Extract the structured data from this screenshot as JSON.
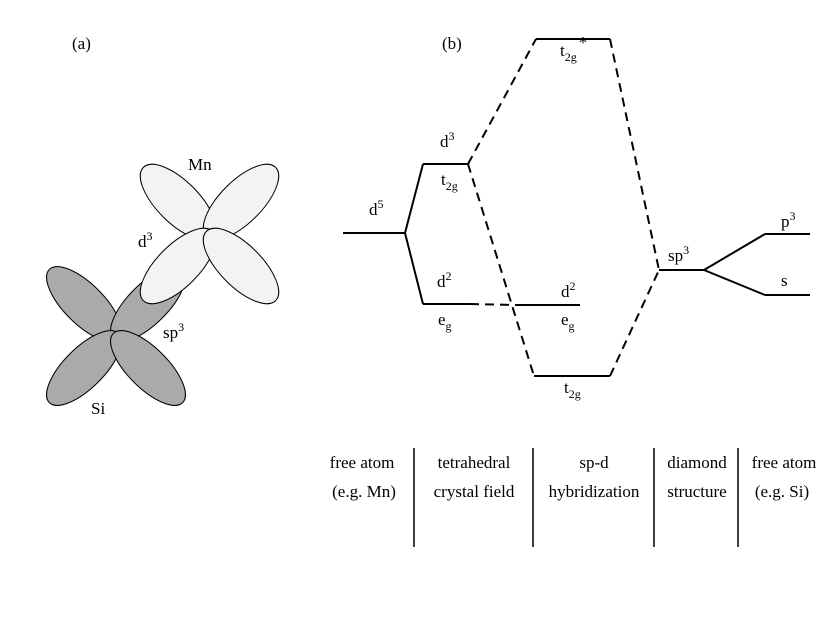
{
  "panels": {
    "a_label": "(a)",
    "b_label": "(b)"
  },
  "orbitals": {
    "mn": {
      "label": "Mn",
      "d_base": "d",
      "d_sup": "3",
      "color": "#f3f3f3"
    },
    "si": {
      "label": "Si",
      "sp_base": "sp",
      "sp_sup": "3",
      "color": "#aaaaaa"
    }
  },
  "levels": {
    "d5": {
      "base": "d",
      "sup": "5"
    },
    "t2g_cf": {
      "base": "t",
      "sub": "2g"
    },
    "d3": {
      "base": "d",
      "sup": "3"
    },
    "eg_cf": {
      "base": "e",
      "sub": "g"
    },
    "d2_cf": {
      "base": "d",
      "sup": "2"
    },
    "t2g_star": {
      "base": "t",
      "sub": "2g",
      "sup": "*"
    },
    "d2_hyb": {
      "base": "d",
      "sup": "2"
    },
    "eg_hyb": {
      "base": "e",
      "sub": "g"
    },
    "t2g_bond": {
      "base": "t",
      "sub": "2g"
    },
    "sp3": {
      "base": "sp",
      "sup": "3"
    },
    "p3": {
      "base": "p",
      "sup": "3"
    },
    "s": {
      "base": "s"
    }
  },
  "columns": [
    {
      "line1": "free atom",
      "line2": "(e.g. Mn)"
    },
    {
      "line1": "tetrahedral",
      "line2": "crystal field"
    },
    {
      "line1": "sp-d",
      "line2": "hybridization"
    },
    {
      "line1": "diamond",
      "line2": "structure"
    },
    {
      "line1": "free atom",
      "line2": "(e.g. Si)"
    }
  ]
}
